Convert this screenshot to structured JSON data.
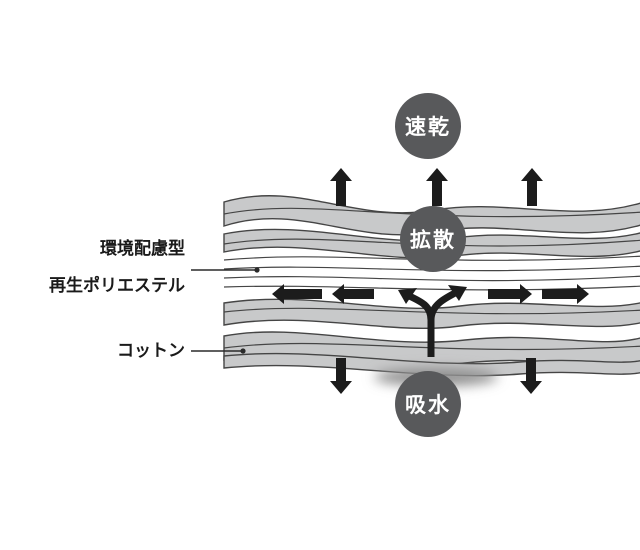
{
  "diagram": {
    "title_hint": "fabric moisture transport diagram",
    "badges": {
      "quick_dry": "速乾",
      "diffusion": "拡散",
      "absorption": "吸水"
    },
    "labels": {
      "polyester_line1": "環境配慮型",
      "polyester_line2": "再生ポリエステル",
      "cotton": "コットン"
    },
    "colors": {
      "badge": "#58595b",
      "fiber_fill": "#c8c9ca",
      "fiber_stroke": "#454545",
      "arrow": "#1c1c1c",
      "label_text": "#1a1a1a"
    }
  }
}
